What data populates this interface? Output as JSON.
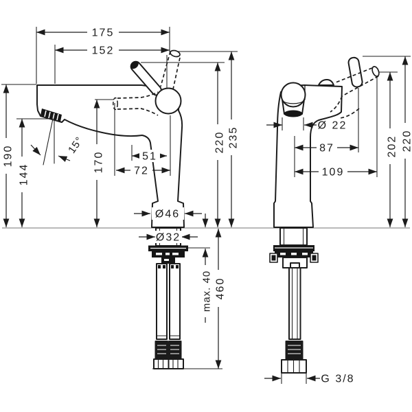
{
  "drawing": {
    "front": {
      "total_width": "175",
      "spout_reach": "152",
      "spout_height": "190",
      "aerator_height": "144",
      "outlet_height": "170",
      "spray_angle": "15°",
      "outlet_offset_inner": "51",
      "outlet_offset_outer": "72",
      "handle_height": "220",
      "handle_height_max": "235",
      "base_diameter": "Ø46",
      "shank_diameter": "Ø32",
      "mounting_thickness_max": "max. 40",
      "hose_length": "460"
    },
    "side": {
      "aerator_diameter": "Ø 22",
      "spout_depth": "87",
      "handle_depth": "109",
      "handle_height_tilted": "202",
      "handle_height_up": "220",
      "thread_size": "G 3/8"
    },
    "colors": {
      "line": "#1c1c1c",
      "counter_line": "#8f8f8f",
      "background": "#ffffff"
    }
  }
}
